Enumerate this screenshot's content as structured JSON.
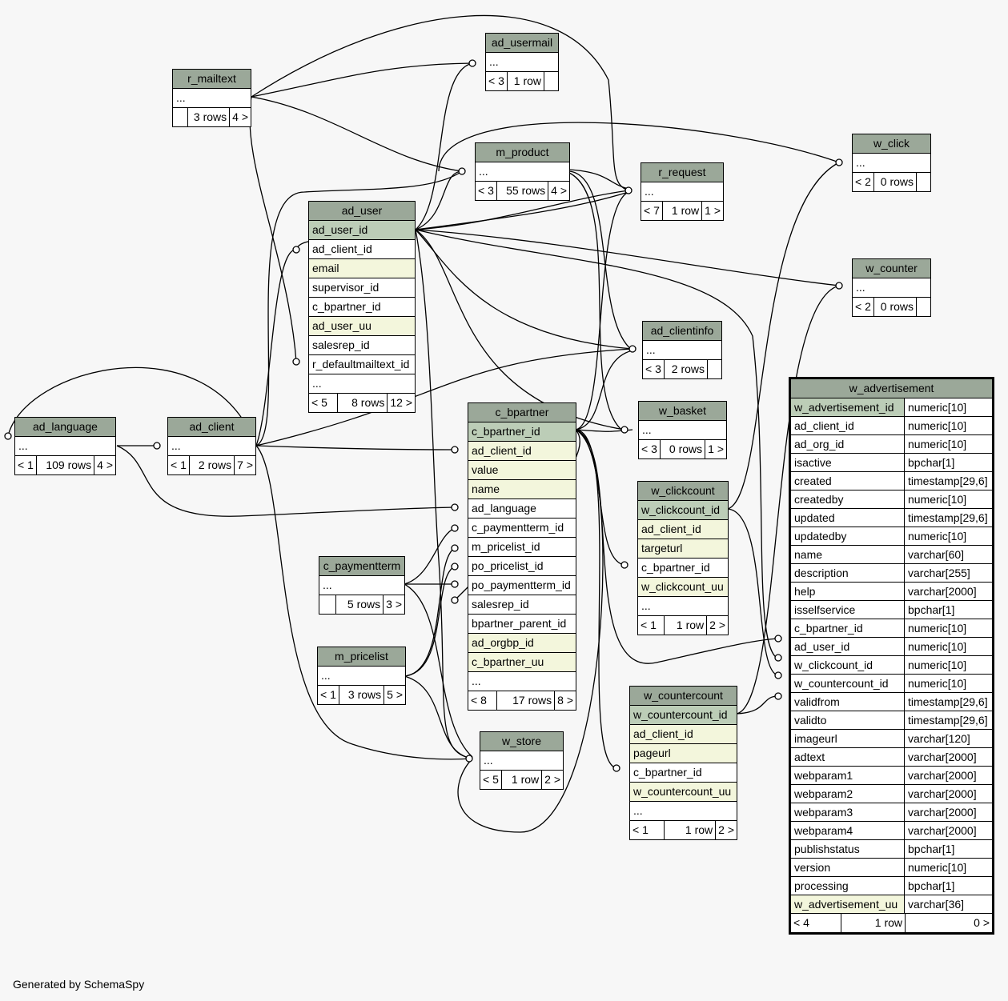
{
  "tables": {
    "r_mailtext": {
      "name": "r_mailtext",
      "ellipsis": "...",
      "footer": [
        "",
        "3 rows",
        "4 >"
      ]
    },
    "ad_usermail": {
      "name": "ad_usermail",
      "ellipsis": "...",
      "footer": [
        "< 3",
        "1 row",
        ""
      ]
    },
    "m_product": {
      "name": "m_product",
      "ellipsis": "...",
      "footer": [
        "< 3",
        "55 rows",
        "4 >"
      ]
    },
    "r_request": {
      "name": "r_request",
      "ellipsis": "...",
      "footer": [
        "< 7",
        "1 row",
        "1 >"
      ]
    },
    "w_click": {
      "name": "w_click",
      "ellipsis": "...",
      "footer": [
        "< 2",
        "0 rows",
        ""
      ]
    },
    "w_counter": {
      "name": "w_counter",
      "ellipsis": "...",
      "footer": [
        "< 2",
        "0 rows",
        ""
      ]
    },
    "ad_clientinfo": {
      "name": "ad_clientinfo",
      "ellipsis": "...",
      "footer": [
        "< 3",
        "2 rows",
        ""
      ]
    },
    "w_basket": {
      "name": "w_basket",
      "ellipsis": "...",
      "footer": [
        "< 3",
        "0 rows",
        "1 >"
      ]
    },
    "ad_language": {
      "name": "ad_language",
      "ellipsis": "...",
      "footer": [
        "< 1",
        "109 rows",
        "4 >"
      ]
    },
    "ad_client": {
      "name": "ad_client",
      "ellipsis": "...",
      "footer": [
        "< 1",
        "2 rows",
        "7 >"
      ]
    },
    "c_paymentterm": {
      "name": "c_paymentterm",
      "ellipsis": "...",
      "footer": [
        "",
        "5 rows",
        "3 >"
      ]
    },
    "m_pricelist": {
      "name": "m_pricelist",
      "ellipsis": "...",
      "footer": [
        "< 1",
        "3 rows",
        "5 >"
      ]
    },
    "w_store": {
      "name": "w_store",
      "ellipsis": "...",
      "footer": [
        "< 5",
        "1 row",
        "2 >"
      ]
    },
    "ad_user": {
      "name": "ad_user",
      "rows": [
        "ad_user_id",
        "ad_client_id",
        "email",
        "supervisor_id",
        "c_bpartner_id",
        "ad_user_uu",
        "salesrep_id",
        "r_defaultmailtext_id",
        "..."
      ],
      "footer": [
        "< 5",
        "8 rows",
        "12 >"
      ]
    },
    "c_bpartner": {
      "name": "c_bpartner",
      "rows": [
        "c_bpartner_id",
        "ad_client_id",
        "value",
        "name",
        "ad_language",
        "c_paymentterm_id",
        "m_pricelist_id",
        "po_pricelist_id",
        "po_paymentterm_id",
        "salesrep_id",
        "bpartner_parent_id",
        "ad_orgbp_id",
        "c_bpartner_uu",
        "..."
      ],
      "footer": [
        "< 8",
        "17 rows",
        "8 >"
      ]
    },
    "w_clickcount": {
      "name": "w_clickcount",
      "rows": [
        "w_clickcount_id",
        "ad_client_id",
        "targeturl",
        "c_bpartner_id",
        "w_clickcount_uu",
        "..."
      ],
      "footer": [
        "< 1",
        "1 row",
        "2 >"
      ]
    },
    "w_countercount": {
      "name": "w_countercount",
      "rows": [
        "w_countercount_id",
        "ad_client_id",
        "pageurl",
        "c_bpartner_id",
        "w_countercount_uu",
        "..."
      ],
      "footer": [
        "< 1",
        "1 row",
        "2 >"
      ]
    },
    "w_advertisement": {
      "name": "w_advertisement",
      "columns": [
        [
          "w_advertisement_id",
          "numeric[10]"
        ],
        [
          "ad_client_id",
          "numeric[10]"
        ],
        [
          "ad_org_id",
          "numeric[10]"
        ],
        [
          "isactive",
          "bpchar[1]"
        ],
        [
          "created",
          "timestamp[29,6]"
        ],
        [
          "createdby",
          "numeric[10]"
        ],
        [
          "updated",
          "timestamp[29,6]"
        ],
        [
          "updatedby",
          "numeric[10]"
        ],
        [
          "name",
          "varchar[60]"
        ],
        [
          "description",
          "varchar[255]"
        ],
        [
          "help",
          "varchar[2000]"
        ],
        [
          "isselfservice",
          "bpchar[1]"
        ],
        [
          "c_bpartner_id",
          "numeric[10]"
        ],
        [
          "ad_user_id",
          "numeric[10]"
        ],
        [
          "w_clickcount_id",
          "numeric[10]"
        ],
        [
          "w_countercount_id",
          "numeric[10]"
        ],
        [
          "validfrom",
          "timestamp[29,6]"
        ],
        [
          "validto",
          "timestamp[29,6]"
        ],
        [
          "imageurl",
          "varchar[120]"
        ],
        [
          "adtext",
          "varchar[2000]"
        ],
        [
          "webparam1",
          "varchar[2000]"
        ],
        [
          "webparam2",
          "varchar[2000]"
        ],
        [
          "webparam3",
          "varchar[2000]"
        ],
        [
          "webparam4",
          "varchar[2000]"
        ],
        [
          "publishstatus",
          "bpchar[1]"
        ],
        [
          "version",
          "numeric[10]"
        ],
        [
          "processing",
          "bpchar[1]"
        ],
        [
          "w_advertisement_uu",
          "varchar[36]"
        ]
      ],
      "footer": [
        "< 4",
        "1 row",
        "0 >"
      ]
    }
  },
  "footer_note": "Generated by SchemaSpy"
}
